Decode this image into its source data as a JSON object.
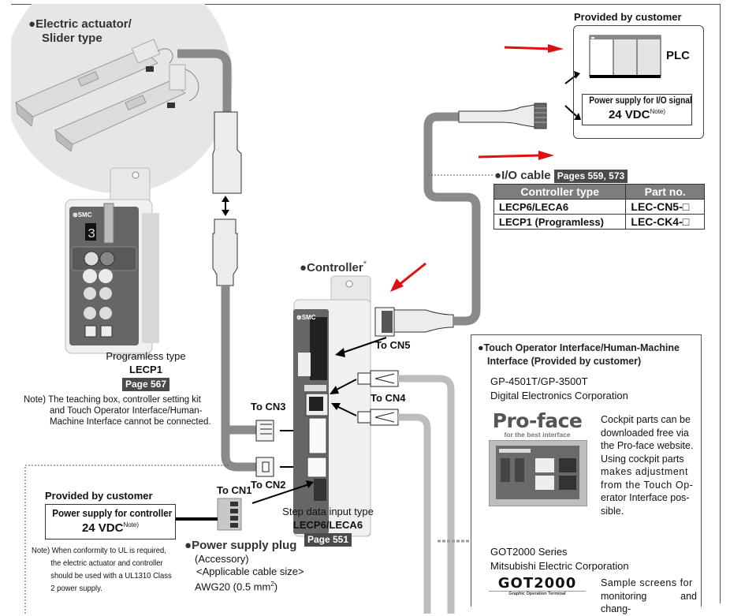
{
  "actuator": {
    "title_line1": "Electric actuator/",
    "title_line2": "Slider type"
  },
  "plc_group": {
    "heading": "Provided by customer",
    "plc_label": "PLC",
    "io_power_line1": "Power supply for I/O signal",
    "io_power_line2": "24 VDC",
    "io_power_note": "Note)"
  },
  "io_cable": {
    "title": "I/O cable",
    "pages_tag": "Pages 559, 573",
    "table": {
      "headers": [
        "Controller type",
        "Part no."
      ],
      "rows": [
        [
          "LECP6/LECA6",
          "LEC-CN5-□"
        ],
        [
          "LECP1 (Programless)",
          "LEC-CK4-□"
        ]
      ]
    }
  },
  "programless": {
    "type_label": "Programless type",
    "model": "LECP1",
    "page_tag": "Page 567",
    "note_prefix": "Note)",
    "note_line1": "The teaching box, controller setting kit",
    "note_line2": "and Touch Operator Interface/Human-",
    "note_line3": "Machine Interface cannot be connected.",
    "device_brand": "SMC",
    "display_digit": "3"
  },
  "controller": {
    "title": "Controller",
    "asterisk": "*",
    "brand": "SMC",
    "to_cn5": "To CN5",
    "to_cn4": "To CN4",
    "to_cn3": "To CN3",
    "to_cn2": "To CN2",
    "to_cn1": "To CN1",
    "type_label": "Step data input type",
    "model": "LECP6/LECA6",
    "page_tag": "Page 551"
  },
  "power_controller": {
    "heading": "Provided by customer",
    "line1": "Power supply for controller",
    "line2": "24 VDC",
    "note_mark": "Note)",
    "note_prefix": "Note)",
    "note_line1": "When conformity to UL is required,",
    "note_line2": "the electric actuator and controller",
    "note_line3": "should be used with a UL1310 Class",
    "note_line4": "2 power supply."
  },
  "power_plug": {
    "title": "Power supply plug",
    "subtitle": "(Accessory)",
    "cable_size_label": "<Applicable cable size>",
    "cable_size_value": "AWG20 (0.5 mm",
    "cable_size_sup": "2",
    "cable_size_close": ")"
  },
  "touch_interface": {
    "title_line1": "Touch Operator Interface/Human-Machine",
    "title_line2": "Interface (Provided by customer)",
    "proface": {
      "model": "GP-4501T/GP-3500T",
      "maker": "Digital Electronics Corporation",
      "logo": "Pro-face",
      "tagline": "for the best interface",
      "desc_lines": [
        "Cockpit parts can be",
        "downloaded free via",
        "the Pro-face website.",
        "Using cockpit parts",
        "makes adjustment",
        "from the Touch Op-",
        "erator Interface pos-",
        "sible."
      ]
    },
    "got": {
      "model": "GOT2000 Series",
      "maker": "Mitsubishi Electric Corporation",
      "logo": "GOT2000",
      "tagline": "Graphic Operation Terminal",
      "desc_lines": [
        "Sample screens for",
        "monitoring and chang-"
      ]
    }
  },
  "colors": {
    "cable_gray": "#8a8a8a",
    "arrow_red": "#e01010",
    "tag_dark": "#4a4a4a",
    "header_gray": "#7d7d7d"
  }
}
